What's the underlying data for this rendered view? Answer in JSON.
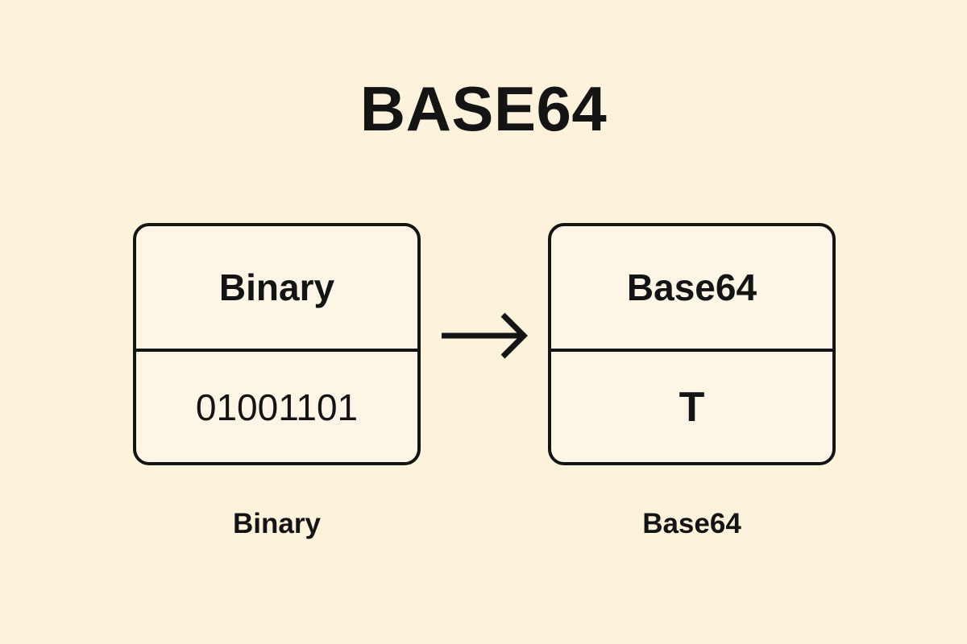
{
  "diagram": {
    "title": "BASE64",
    "background_color": "#fdf3dc",
    "box_fill_color": "#fdf6e6",
    "stroke_color": "#141414",
    "text_color": "#141414",
    "nodes": [
      {
        "id": "binary",
        "header": "Binary",
        "value": "01001101",
        "caption": "Binary"
      },
      {
        "id": "base64",
        "header": "Base64",
        "value": "T",
        "caption": "Base64"
      }
    ],
    "connector": {
      "type": "arrow",
      "direction": "right",
      "from": "binary",
      "to": "base64",
      "label": ""
    }
  }
}
